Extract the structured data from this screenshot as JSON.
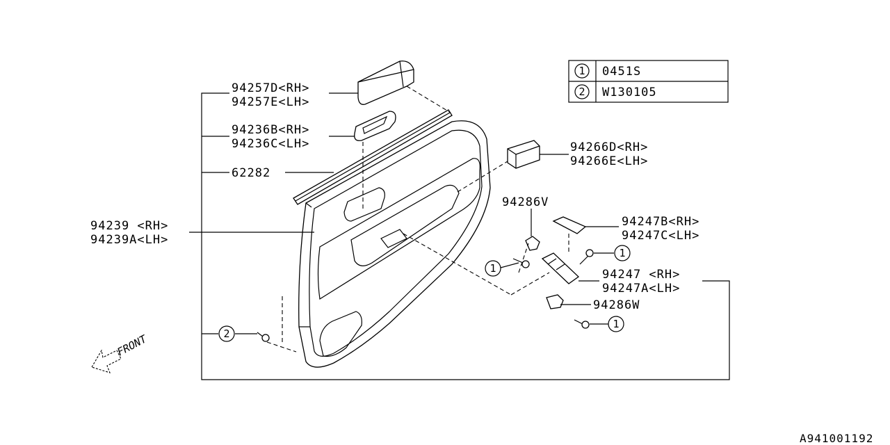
{
  "legend": {
    "rows": [
      {
        "marker": "1",
        "code": "0451S"
      },
      {
        "marker": "2",
        "code": "W130105"
      }
    ]
  },
  "callouts": {
    "c94257": {
      "line1": "94257D<RH>",
      "line2": "94257E<LH>"
    },
    "c94236": {
      "line1": "94236B<RH>",
      "line2": "94236C<LH>"
    },
    "c62282": {
      "line1": "62282"
    },
    "c94239": {
      "line1": "94239 <RH>",
      "line2": "94239A<LH>"
    },
    "c94266": {
      "line1": "94266D<RH>",
      "line2": "94266E<LH>"
    },
    "c94286v": {
      "line1": "94286V"
    },
    "c94247b": {
      "line1": "94247B<RH>",
      "line2": "94247C<LH>"
    },
    "c94247": {
      "line1": "94247 <RH>",
      "line2": "94247A<LH>"
    },
    "c94286w": {
      "line1": "94286W"
    }
  },
  "markers": {
    "m1": "1",
    "m2": "2"
  },
  "front_label": "FRONT",
  "diagram_code": "A941001192"
}
